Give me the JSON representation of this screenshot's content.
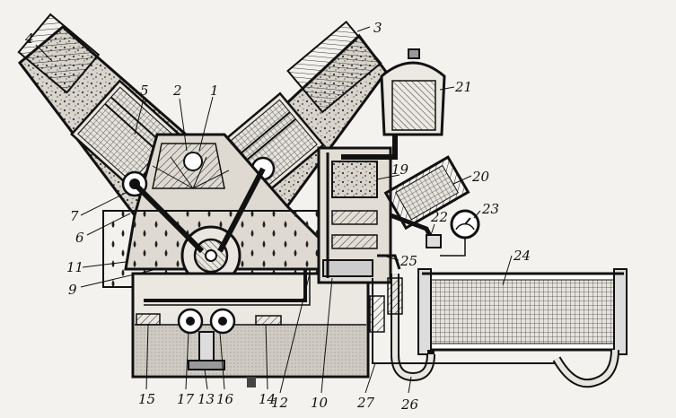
{
  "figure": {
    "labels": [
      "1",
      "2",
      "3",
      "4",
      "5",
      "6",
      "7",
      "9",
      "10",
      "11",
      "12",
      "13",
      "14",
      "15",
      "16",
      "17",
      "19",
      "20",
      "21",
      "22",
      "23",
      "24",
      "25",
      "26",
      "27"
    ]
  }
}
